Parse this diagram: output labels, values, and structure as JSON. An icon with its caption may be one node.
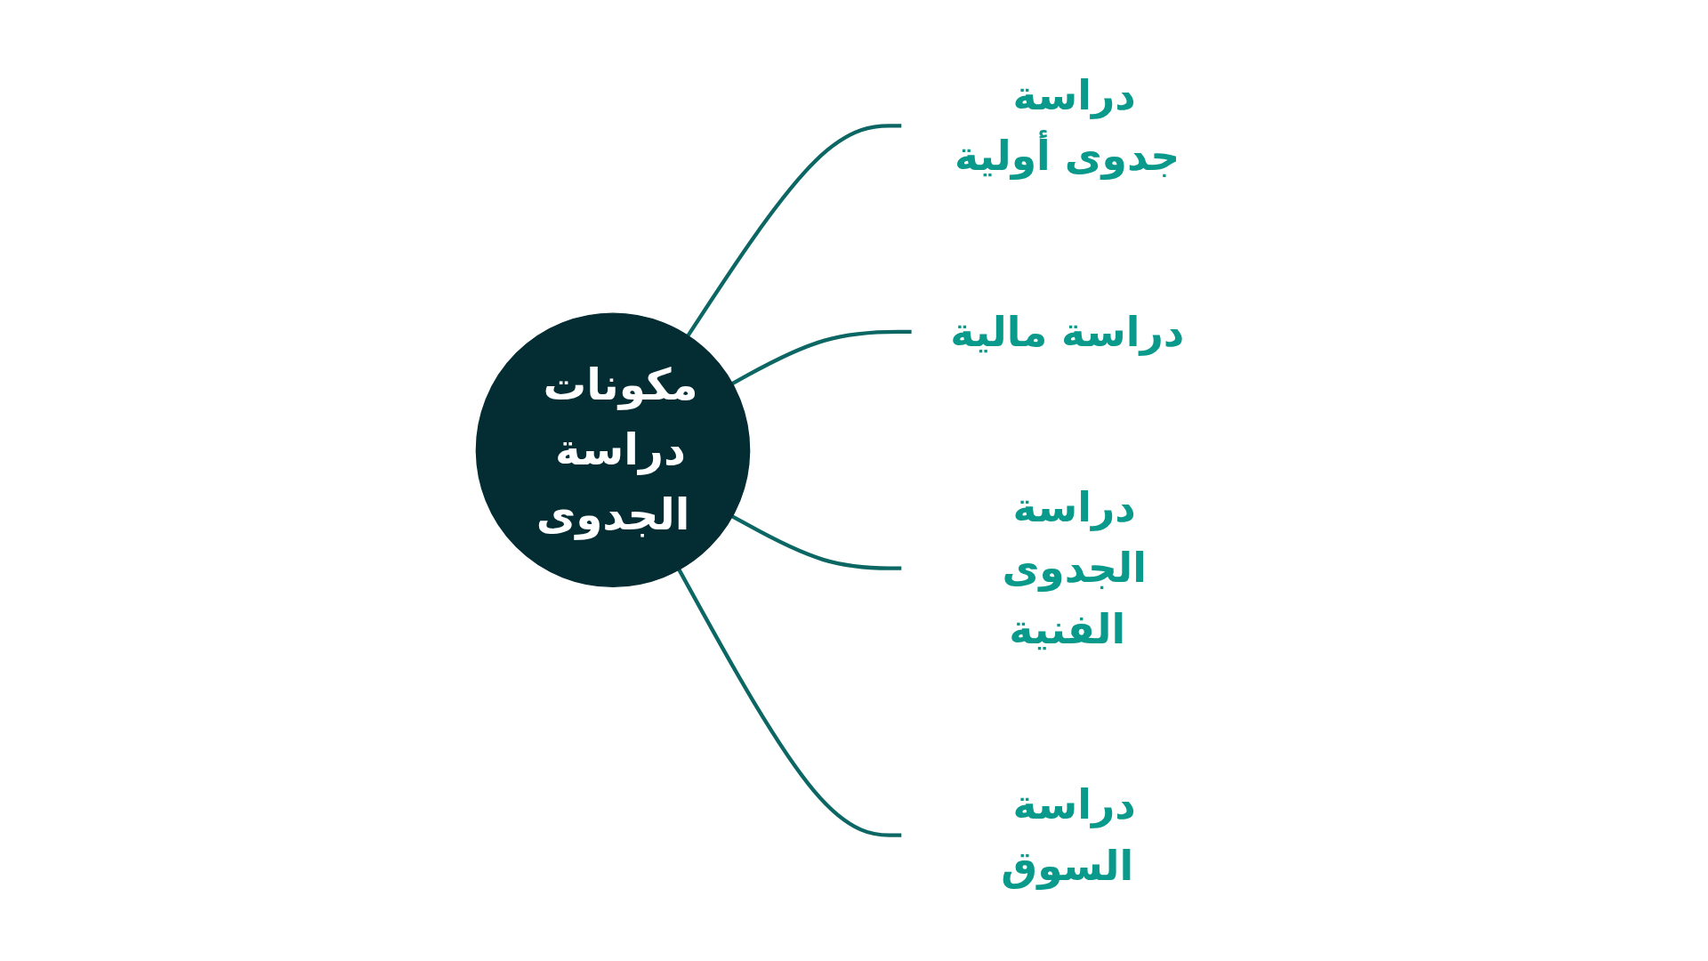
{
  "diagram": {
    "nodes": [
      {
        "text": [
          "مكونات دراسة الجدوى"
        ]
      },
      {
        "text": [
          "دراسة جدوى أولية"
        ]
      },
      {
        "text": [
          "دراسة مالية"
        ]
      },
      {
        "text": [
          "دراسة الجدوى الفنية"
        ]
      },
      {
        "text": [
          "دراسة السوق"
        ]
      }
    ],
    "edges": [
      {
        "from": 0,
        "to": 1,
        "arrow": "none"
      },
      {
        "from": 0,
        "to": 2,
        "arrow": "none"
      },
      {
        "from": 0,
        "to": 3,
        "arrow": "none"
      },
      {
        "from": 0,
        "to": 4,
        "arrow": "none"
      }
    ]
  }
}
